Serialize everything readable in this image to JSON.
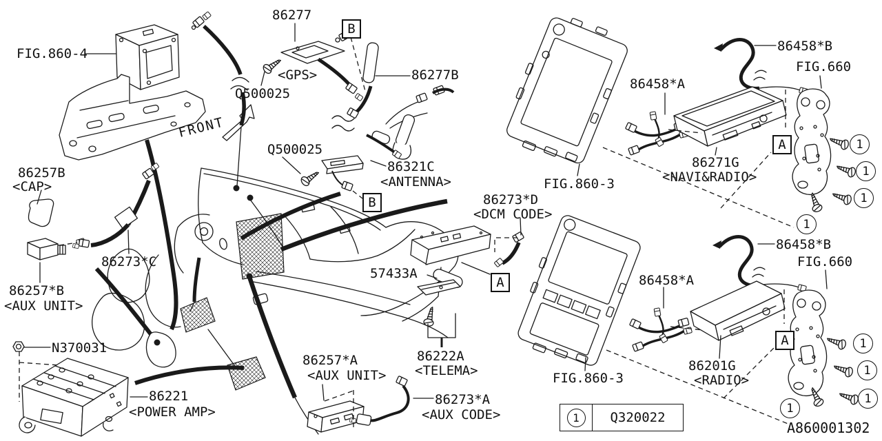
{
  "title_block": {
    "drawing_number": "A860001302",
    "legend": {
      "symbol": "1",
      "part_number": "Q320022"
    }
  },
  "refs": {
    "a": "A",
    "b": "B",
    "one": "1",
    "front": "FRONT"
  },
  "figures": {
    "fig_860_4": "FIG.860-4",
    "fig_860_3_top": "FIG.860-3",
    "fig_860_3_bottom": "FIG.860-3",
    "fig_660_top": "FIG.660",
    "fig_660_bottom": "FIG.660"
  },
  "parts": {
    "gps_unit_num": "86277",
    "gps_unit_name": "<GPS>",
    "screw_gps": "Q500025",
    "screw_antenna": "Q500025",
    "gps_cord": "86277B",
    "antenna_num": "86321C",
    "antenna_name": "<ANTENNA>",
    "dcm_cord_num": "86273*D",
    "dcm_cord_name": "<DCM CODE>",
    "cap_num": "86257B",
    "cap_name": "<CAP>",
    "aux_cord_c": "86273*C",
    "aux_unit_b_num": "86257*B",
    "aux_unit_b_name": "<AUX UNIT>",
    "nut": "N370031",
    "power_amp_num": "86221",
    "power_amp_name": "<POWER AMP>",
    "roll": "57433A",
    "telema_num": "86222A",
    "telema_name": "<TELEMA>",
    "aux_unit_a_num": "86257*A",
    "aux_unit_a_name": "<AUX UNIT>",
    "aux_cord_a_num": "86273*A",
    "aux_cord_a_name": "<AUX CODE>",
    "harness_top": "86458*A",
    "harness_bottom": "86458*A",
    "cord_top": "86458*B",
    "cord_bottom": "86458*B",
    "navi_num": "86271G",
    "navi_name": "<NAVI&RADIO>",
    "radio_num": "86201G",
    "radio_name": "<RADIO>"
  }
}
